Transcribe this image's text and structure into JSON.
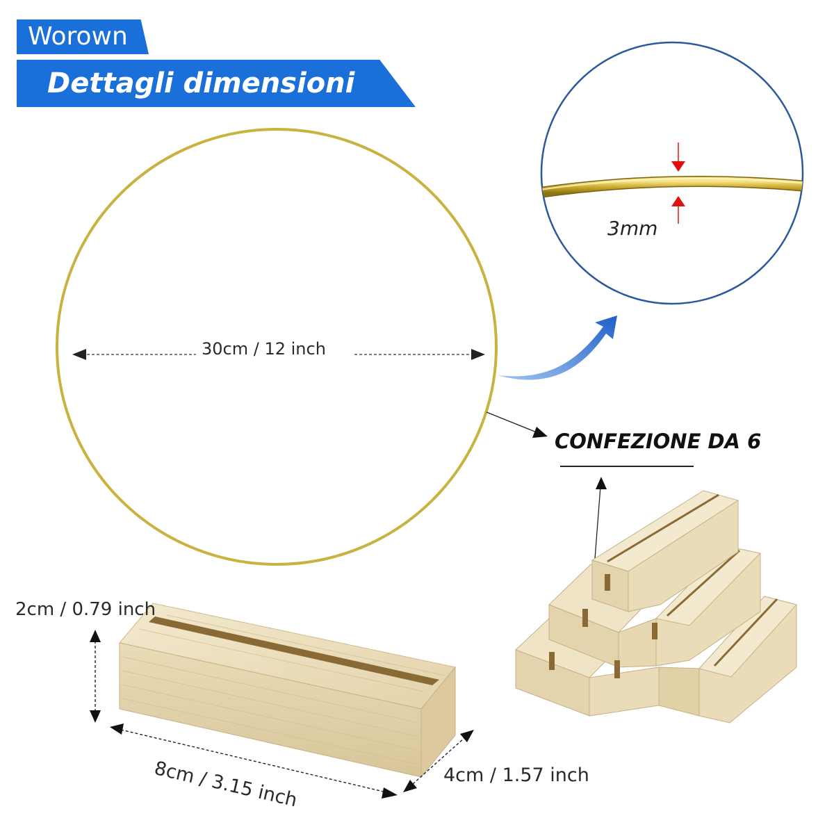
{
  "header": {
    "brand": "Worown",
    "title": "Dettagli dimensioni"
  },
  "ring": {
    "diameter_label": "30cm / 12 inch",
    "color": "#c9b240"
  },
  "wire_detail": {
    "thickness_label": "3mm",
    "circle_color": "#2a5a9a",
    "marker_color": "#e01010"
  },
  "pack": {
    "label": "CONFEZIONE DA 6"
  },
  "stand": {
    "height_label": "2cm / 0.79 inch",
    "length_label": "8cm / 3.15 inch",
    "depth_label": "4cm / 1.57 inch",
    "wood_color": "#e9dcbc"
  },
  "colors": {
    "accent": "#1a6fd9",
    "arrow": "#2f6fd0"
  }
}
